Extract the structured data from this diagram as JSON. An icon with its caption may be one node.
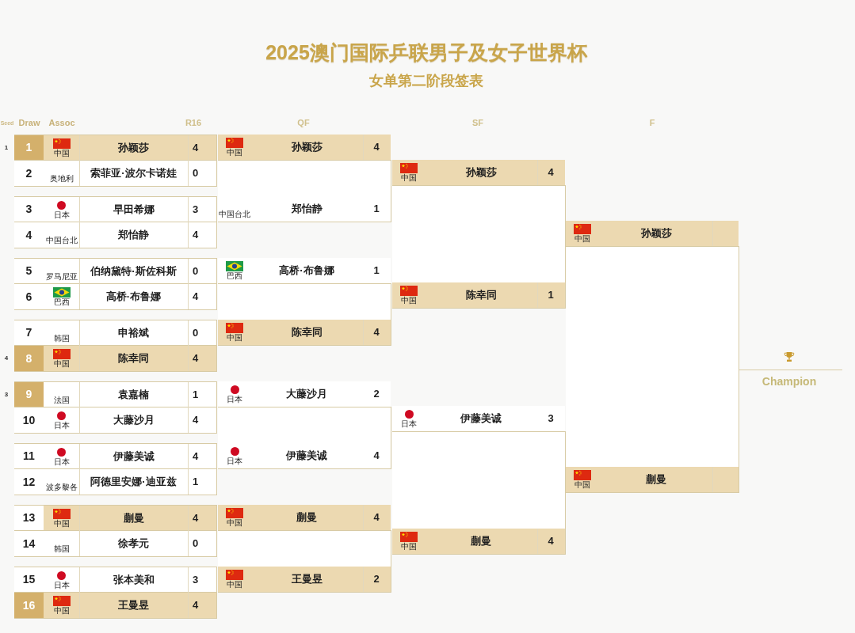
{
  "diagram": {
    "title": "2025澳门国际乒联男子及女子世界杯",
    "nodes": [
      {
        "text": [],
        "shape": "box"
      },
      {
        "text": [
          "1",
          "中国",
          "孙颖莎",
          "4"
        ],
        "beside": [
          "1"
        ],
        "in": 0
      },
      {
        "text": [
          "2",
          "奥地利",
          "索菲亚·波尔卡诺娃",
          "0"
        ],
        "in": 0
      },
      {
        "text": [],
        "shape": "box"
      },
      {
        "text": [
          "3",
          "日本",
          "早田希娜",
          "3"
        ],
        "in": 3
      },
      {
        "text": [
          "4",
          "中国台北",
          "郑怡静",
          "4"
        ],
        "in": 3
      },
      {
        "text": [],
        "shape": "box"
      },
      {
        "text": [
          "5",
          "罗马尼亚",
          "伯纳黛特·斯佐科斯",
          "0"
        ],
        "in": 6
      },
      {
        "text": [
          "6",
          "巴西",
          "高桥·布鲁娜",
          "4"
        ],
        "in": 6
      },
      {
        "text": [],
        "shape": "box"
      },
      {
        "text": [
          "7",
          "韩国",
          "申裕斌",
          "0"
        ],
        "in": 9
      },
      {
        "text": [
          "8",
          "中国",
          "陈幸同",
          "4"
        ],
        "beside": [
          "4"
        ],
        "in": 9
      },
      {
        "text": [],
        "shape": "box"
      },
      {
        "text": [
          "9",
          "法国",
          "袁嘉楠",
          "1"
        ],
        "beside": [
          "3"
        ],
        "in": 12
      },
      {
        "text": [
          "10",
          "日本",
          "大藤沙月",
          "4"
        ],
        "in": 12
      },
      {
        "text": [],
        "shape": "box"
      },
      {
        "text": [
          "11",
          "日本",
          "伊藤美诚",
          "4"
        ],
        "in": 15
      },
      {
        "text": [
          "12",
          "波多黎各",
          "阿德里安娜·迪亚兹",
          "1"
        ],
        "in": 15
      },
      {
        "text": [],
        "shape": "box"
      },
      {
        "text": [
          "13",
          "中国",
          "蒯曼",
          "4"
        ],
        "in": 18
      },
      {
        "text": [
          "14",
          "韩国",
          "徐孝元",
          "0"
        ],
        "in": 18
      },
      {
        "text": [],
        "shape": "box"
      },
      {
        "text": [
          "15",
          "日本",
          "张本美和",
          "3"
        ],
        "in": 21
      },
      {
        "text": [
          "16",
          "中国",
          "王曼昱",
          "4"
        ],
        "in": 21
      },
      {
        "text": [],
        "shape": "box"
      },
      {
        "text": [
          "中国",
          "孙颖莎",
          "4"
        ],
        "in": 24
      },
      {
        "text": [
          "中国台北",
          "郑怡静",
          "1"
        ],
        "in": 24
      },
      {
        "text": [],
        "shape": "box"
      },
      {
        "text": [
          "巴西",
          "高桥·布鲁娜",
          "1"
        ],
        "in": 27
      },
      {
        "text": [
          "中国",
          "陈幸同",
          "4"
        ],
        "in": 27
      },
      {
        "text": [],
        "shape": "box"
      },
      {
        "text": [
          "日本",
          "大藤沙月",
          "2"
        ],
        "in": 30
      },
      {
        "text": [
          "日本",
          "伊藤美诚",
          "4"
        ],
        "in": 30
      },
      {
        "text": [],
        "shape": "box"
      },
      {
        "text": [
          "中国",
          "蒯曼",
          "4"
        ],
        "in": 33
      },
      {
        "text": [
          "中国",
          "王曼昱",
          "2"
        ],
        "in": 33
      },
      {
        "text": [],
        "shape": "box"
      },
      {
        "text": [
          "中国",
          "孙颖莎",
          "4"
        ],
        "in": 36
      },
      {
        "text": [
          "中国",
          "陈幸同",
          "1"
        ],
        "in": 36
      },
      {
        "text": [],
        "shape": "box"
      },
      {
        "text": [
          "日本",
          "伊藤美诚",
          "3"
        ],
        "in": 39
      },
      {
        "text": [
          "中国",
          "蒯曼",
          "4"
        ],
        "in": 39
      },
      {
        "text": [],
        "shape": "box"
      },
      {
        "text": [
          "中国",
          "孙颖莎"
        ],
        "in": 42
      },
      {
        "text": [
          "中国",
          "蒯曼"
        ],
        "in": 42
      },
      {
        "text": [
          "Champion"
        ]
      }
    ],
    "labels": [
      "女单第二阶段签表",
      "Seed",
      "Draw",
      "Assoc",
      "R16",
      "QF",
      "SF",
      "F"
    ]
  }
}
